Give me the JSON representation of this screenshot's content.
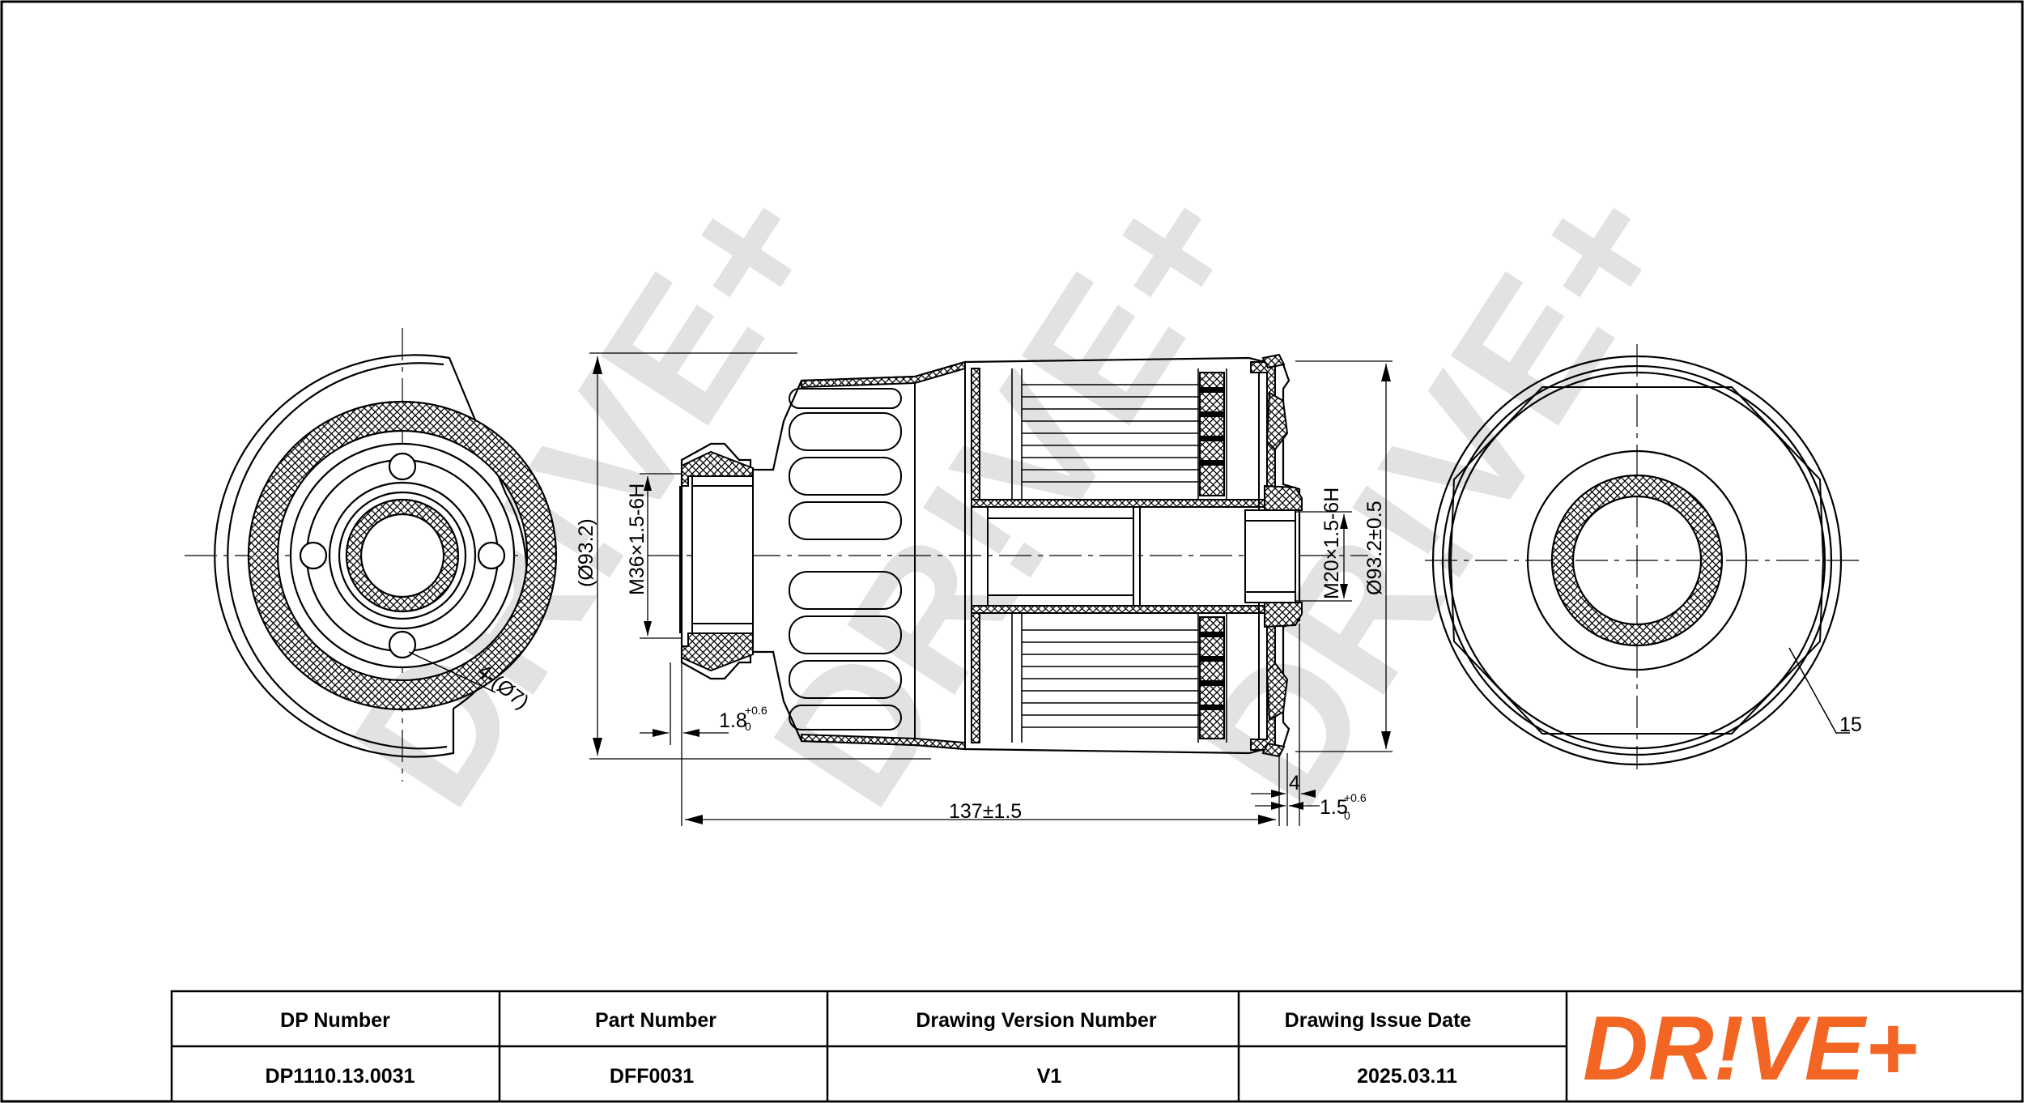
{
  "dimensions": {
    "thread_outer": "M36×1.5-6H",
    "outer_diameter_ref": "(Ø93.2)",
    "thread_inner": "M20×1.5-6H",
    "outer_diameter": "Ø93.2±0.5",
    "length": "137±1.5",
    "offset_left": "1.8",
    "offset_left_tol_upper": "+0.6",
    "offset_left_tol_lower": "0",
    "offset_right": "1.5",
    "offset_right_tol_upper": "+0.6",
    "offset_right_tol_lower": "0",
    "gap": "4",
    "holes": "4-(Ø7)",
    "wrench_size": "15"
  },
  "title_block": {
    "headers": [
      "DP Number",
      "Part Number",
      "Drawing Version Number",
      "Drawing Issue Date"
    ],
    "values": [
      "DP1110.13.0031",
      "DFF0031",
      "V1",
      "2025.03.11"
    ]
  },
  "logo": {
    "text": "DR!VE+"
  },
  "watermark": {
    "text": "DR!VE+"
  },
  "colors": {
    "logo": "#f26522",
    "line": "#000000",
    "watermark": "#d9d9d9"
  }
}
